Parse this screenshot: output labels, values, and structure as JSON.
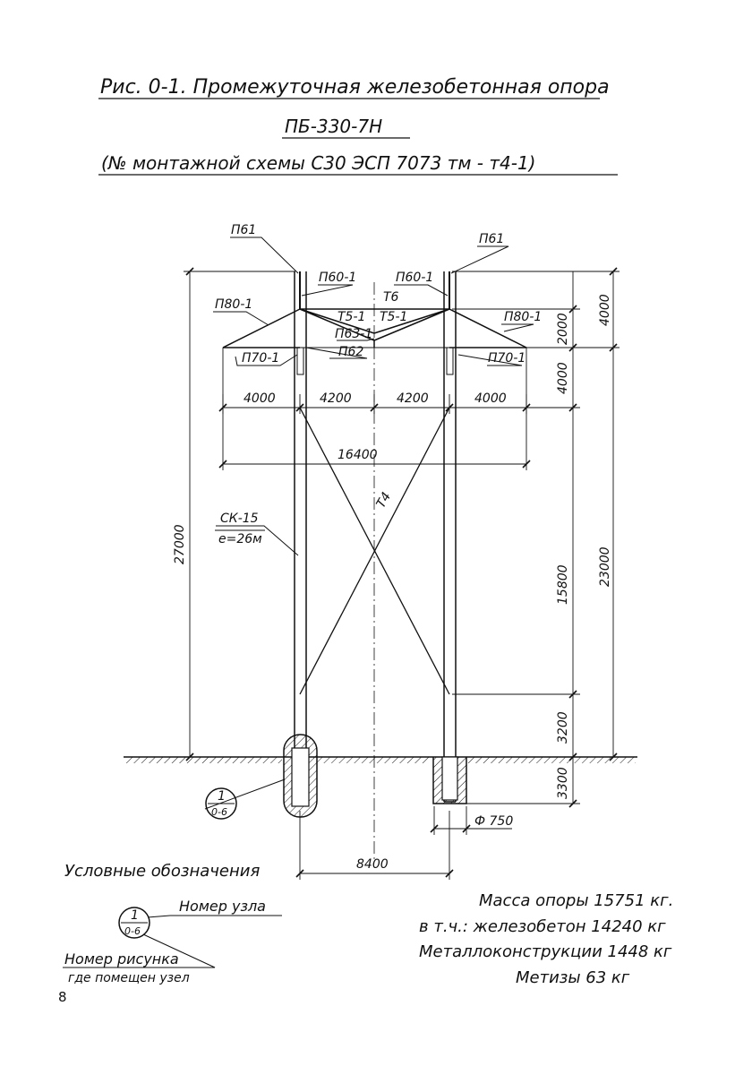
{
  "header": {
    "title": "Рис. 0-1. Промежуточная железобетонная опора",
    "code": "ПБ-330-7Н",
    "scheme": "(№ монтажной схемы С30 ЭСП 7073 тм - т4-1)"
  },
  "elements": {
    "p61_left": "П61",
    "p61_right": "П61",
    "p60_left": "П60-1",
    "p60_right": "П60-1",
    "t6": "Т6",
    "p80_left": "П80-1",
    "p80_right": "П80-1",
    "t5_left": "Т5-1",
    "t5_right": "Т5-1",
    "p63": "П63-1",
    "p62": "П62",
    "p70_left": "П70-1",
    "p70_right": "П70-1",
    "t4": "Т4",
    "ck15": "СК-15",
    "ck15_len": "е=26м"
  },
  "dimensions": {
    "d4000_left": "4000",
    "d4200_left": "4200",
    "d4200_right": "4200",
    "d4000_right": "4000",
    "d16400": "16400",
    "d27000": "27000",
    "d8400": "8400",
    "d750": "Ф 750",
    "v4000_top": "4000",
    "v2000": "2000",
    "v4000": "4000",
    "v15800": "15800",
    "v3200": "3200",
    "v3300": "3300",
    "v23000": "23000"
  },
  "node_ref": {
    "top": "1",
    "bottom": "0-6"
  },
  "legend": {
    "title": "Условные обозначения",
    "node_top": "1",
    "node_bottom": "0-6",
    "node_number": "Номер узла",
    "figure_number": "Номер рисунка",
    "figure_where": "где помещен узел"
  },
  "mass": {
    "total": "Масса опоры 15751 кг.",
    "concrete": "в т.ч.: железобетон 14240 кг",
    "metal": "Металлоконструкции 1448 кг",
    "hardware": "Метизы 63 кг"
  },
  "page_number": "8"
}
